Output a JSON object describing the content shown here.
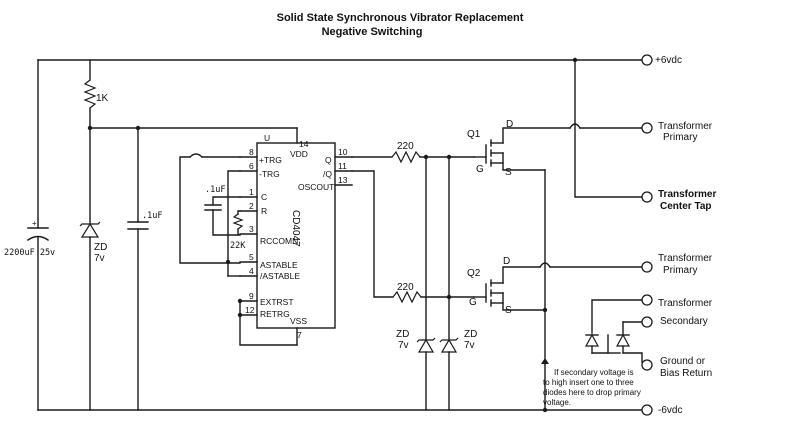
{
  "title": {
    "line1": "Solid State Synchronous Vibrator Replacement",
    "line2": "Negative Switching"
  },
  "terminals": {
    "pos6": "+6vdc",
    "neg6": "-6vdc",
    "tp1_line1": "Transformer",
    "tp1_line2": "Primary",
    "ct_line1": "Transformer",
    "ct_line2": "Center Tap",
    "tp2_line1": "Transformer",
    "tp2_line2": "Primary",
    "ts_line1": "Transformer",
    "ts_line2": "Secondary",
    "gnd_line1": "Ground or",
    "gnd_line2": "Bias Return"
  },
  "components": {
    "r1k": "1K",
    "cap_big": "2200uF 25v",
    "zd_main": "ZD",
    "zd_main_v": "7v",
    "cap_1uf": ".1uF",
    "cap_timing": ".1uF",
    "r22k": "22K",
    "r220_top": "220",
    "r220_bot": "220",
    "zd_left": "ZD",
    "zd_left_v": "7v",
    "zd_right": "ZD",
    "zd_right_v": "7v",
    "q1": "Q1",
    "q2": "Q2",
    "d": "D",
    "g": "G",
    "s": "S"
  },
  "ic": {
    "name": "CD4047",
    "u": "U",
    "vdd": "VDD",
    "vss": "VSS",
    "pins_left": [
      {
        "num": "8",
        "label": "+TRG"
      },
      {
        "num": "6",
        "label": "-TRG"
      },
      {
        "num": "1",
        "label": "C"
      },
      {
        "num": "2",
        "label": "R"
      },
      {
        "num": "3",
        "label": "RCCOMN"
      },
      {
        "num": "5",
        "label": "ASTABLE"
      },
      {
        "num": "4",
        "label": "/ASTABLE"
      },
      {
        "num": "9",
        "label": "EXTRST"
      },
      {
        "num": "12",
        "label": "RETRG"
      }
    ],
    "pins_right": [
      {
        "num": "10",
        "label": "Q"
      },
      {
        "num": "11",
        "label": "/Q"
      },
      {
        "num": "13",
        "label": "OSCOUT"
      }
    ],
    "pin14": "14",
    "pin7": "7"
  },
  "note": [
    "If secondary voltage is",
    "to high insert one to three",
    "diodes here to drop primary",
    "voltage."
  ]
}
